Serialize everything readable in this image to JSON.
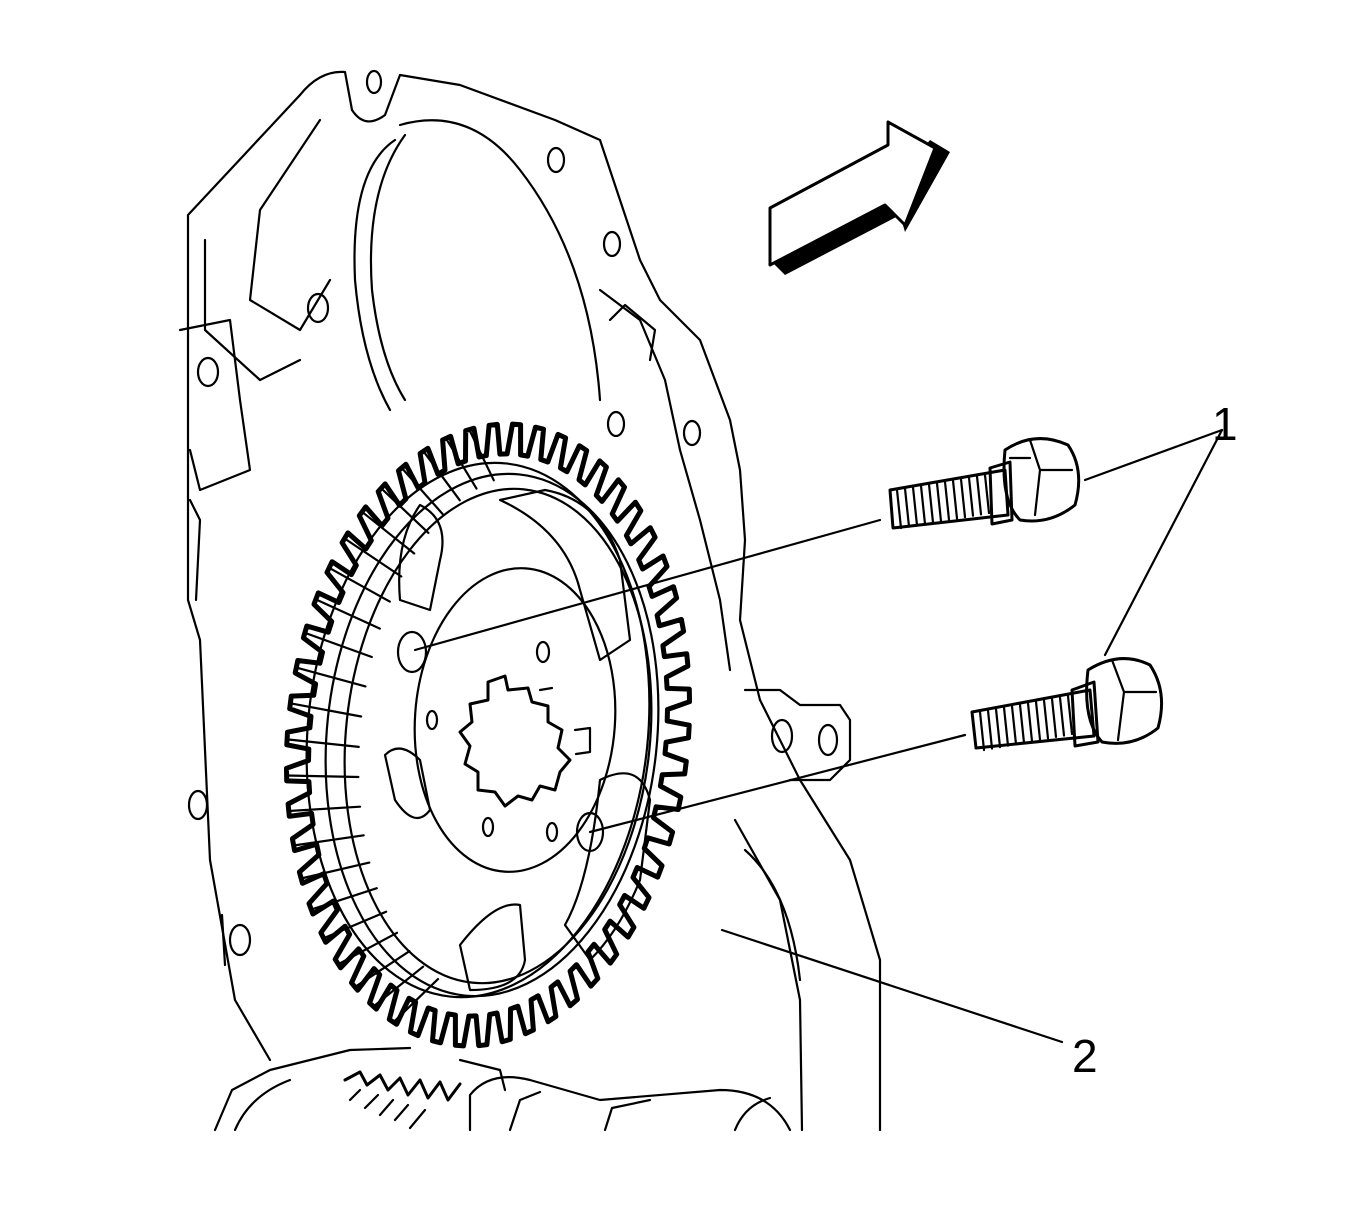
{
  "figure": {
    "callouts": [
      {
        "id": "1",
        "label": "1"
      },
      {
        "id": "2",
        "label": "2"
      }
    ],
    "icons": {
      "direction_arrow": "direction-arrow-icon",
      "gear": "camshaft-gear-icon",
      "bolt": "bolt-icon"
    },
    "colors": {
      "line": "#000000",
      "background": "#ffffff"
    }
  }
}
